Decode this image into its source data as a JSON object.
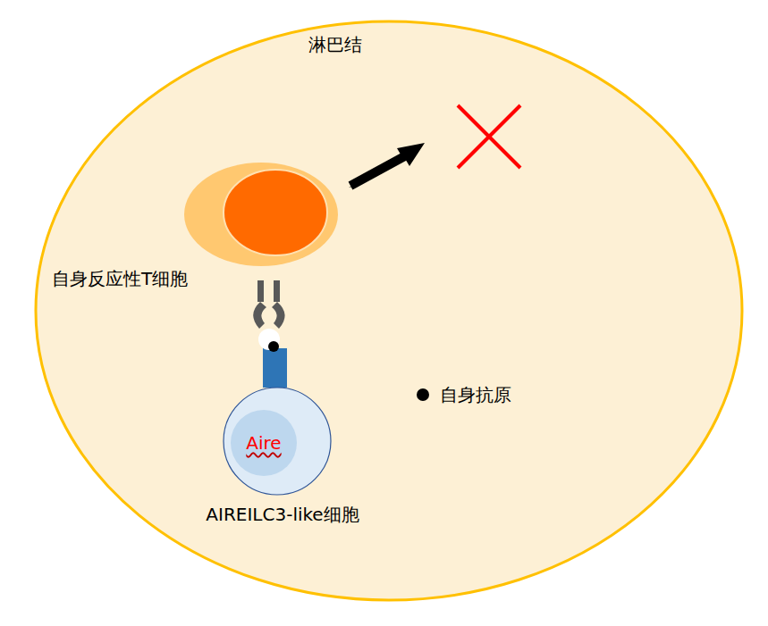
{
  "diagram": {
    "nodes": [
      {
        "text": [
          "淋巴结"
        ]
      },
      {
        "text": [
          "自身反应性T细胞"
        ],
        "in": 0
      },
      {
        "text": [
          "AIREILC3-like细胞"
        ],
        "in": 0
      },
      {
        "text": [
          "Aire"
        ],
        "in": 2
      }
    ],
    "legend": [
      {
        "text": "自身抗原",
        "color": "#000000"
      }
    ]
  }
}
